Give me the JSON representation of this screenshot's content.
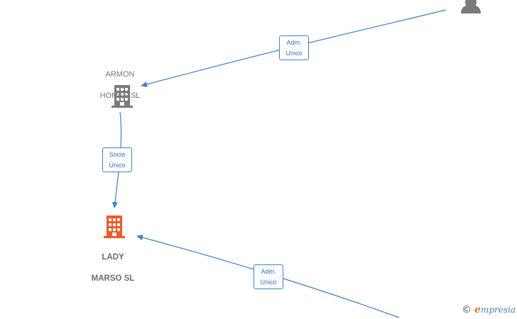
{
  "colors": {
    "edge": "#3d7fd1",
    "company": "#7a7a7a",
    "focus_company": "#f05a28",
    "person": "#7a7a7a"
  },
  "nodes": {
    "armon": {
      "line1": "ARMON",
      "line2": "HOMES  SL",
      "icon": "building-icon"
    },
    "lady": {
      "line1": "LADY",
      "line2": "MARSO  SL",
      "icon": "building-icon"
    },
    "person_top": {
      "icon": "person-icon"
    }
  },
  "edges": {
    "adm_top": {
      "line1": "Adm.",
      "line2": "Unico"
    },
    "socio": {
      "line1": "Socio",
      "line2": "Único"
    },
    "adm_bottom": {
      "line1": "Adm.",
      "line2": "Unico"
    }
  },
  "brand": {
    "copyright": "©",
    "e": "e",
    "rest": "mpresia"
  }
}
